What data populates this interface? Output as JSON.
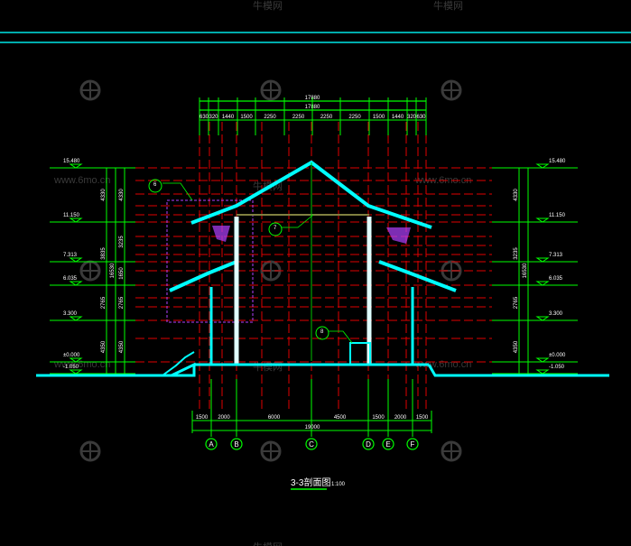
{
  "drawing": {
    "title": "3-3剖面图",
    "scale": "1:100",
    "watermark_text": "www.6mo.cn",
    "watermark_cn": "牛模网"
  },
  "top_dims": {
    "total_outer": "17880",
    "total_inner": "17880",
    "segments": [
      "630",
      "320",
      "1440",
      "1500",
      "2250",
      "2250",
      "2250",
      "2250",
      "1500",
      "1440",
      "320",
      "630"
    ]
  },
  "bottom_dims": {
    "total": "19000",
    "segments": [
      "1500",
      "2000",
      "6000",
      "4500",
      "1500",
      "2000",
      "1500"
    ]
  },
  "axes": [
    "A",
    "B",
    "C",
    "D",
    "E",
    "F"
  ],
  "elevations": [
    "15.480",
    "11.150",
    "7.313",
    "6.035",
    "3.300",
    "±0.000",
    "-1.050"
  ],
  "left_dims": {
    "outer": [
      "4330",
      "3835",
      "2765",
      "4350"
    ],
    "total": "16530",
    "inner": [
      "4330",
      "3235",
      "1650",
      "2765",
      "4350"
    ]
  },
  "right_dims": {
    "outer": [
      "4330",
      "3235",
      "2765",
      "4350"
    ],
    "total": "16530"
  },
  "detail_markers": [
    "6",
    "7",
    "8"
  ]
}
